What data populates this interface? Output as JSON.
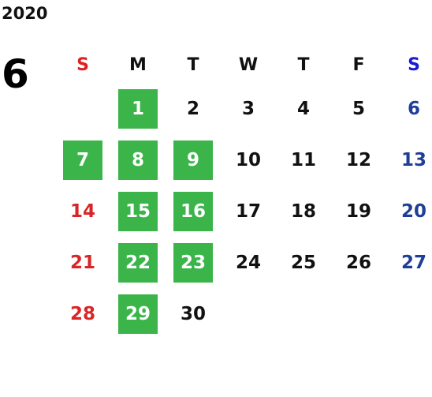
{
  "calendar": {
    "year": "2020",
    "month": "6",
    "weekdays": [
      "S",
      "M",
      "T",
      "W",
      "T",
      "F",
      "S"
    ],
    "first_weekday_index": 1,
    "days": [
      "1",
      "2",
      "3",
      "4",
      "5",
      "6",
      "7",
      "8",
      "9",
      "10",
      "11",
      "12",
      "13",
      "14",
      "15",
      "16",
      "17",
      "18",
      "19",
      "20",
      "21",
      "22",
      "23",
      "24",
      "25",
      "26",
      "27",
      "28",
      "29",
      "30"
    ],
    "highlighted_days": [
      "1",
      "7",
      "8",
      "9",
      "15",
      "16",
      "22",
      "23",
      "29"
    ],
    "colors": {
      "highlight": "#3bb54a",
      "sunday": "#d92525",
      "saturday": "#1f3f96",
      "sunday_header": "#e02020",
      "saturday_header": "#1a1ad0",
      "text": "#111111"
    }
  }
}
